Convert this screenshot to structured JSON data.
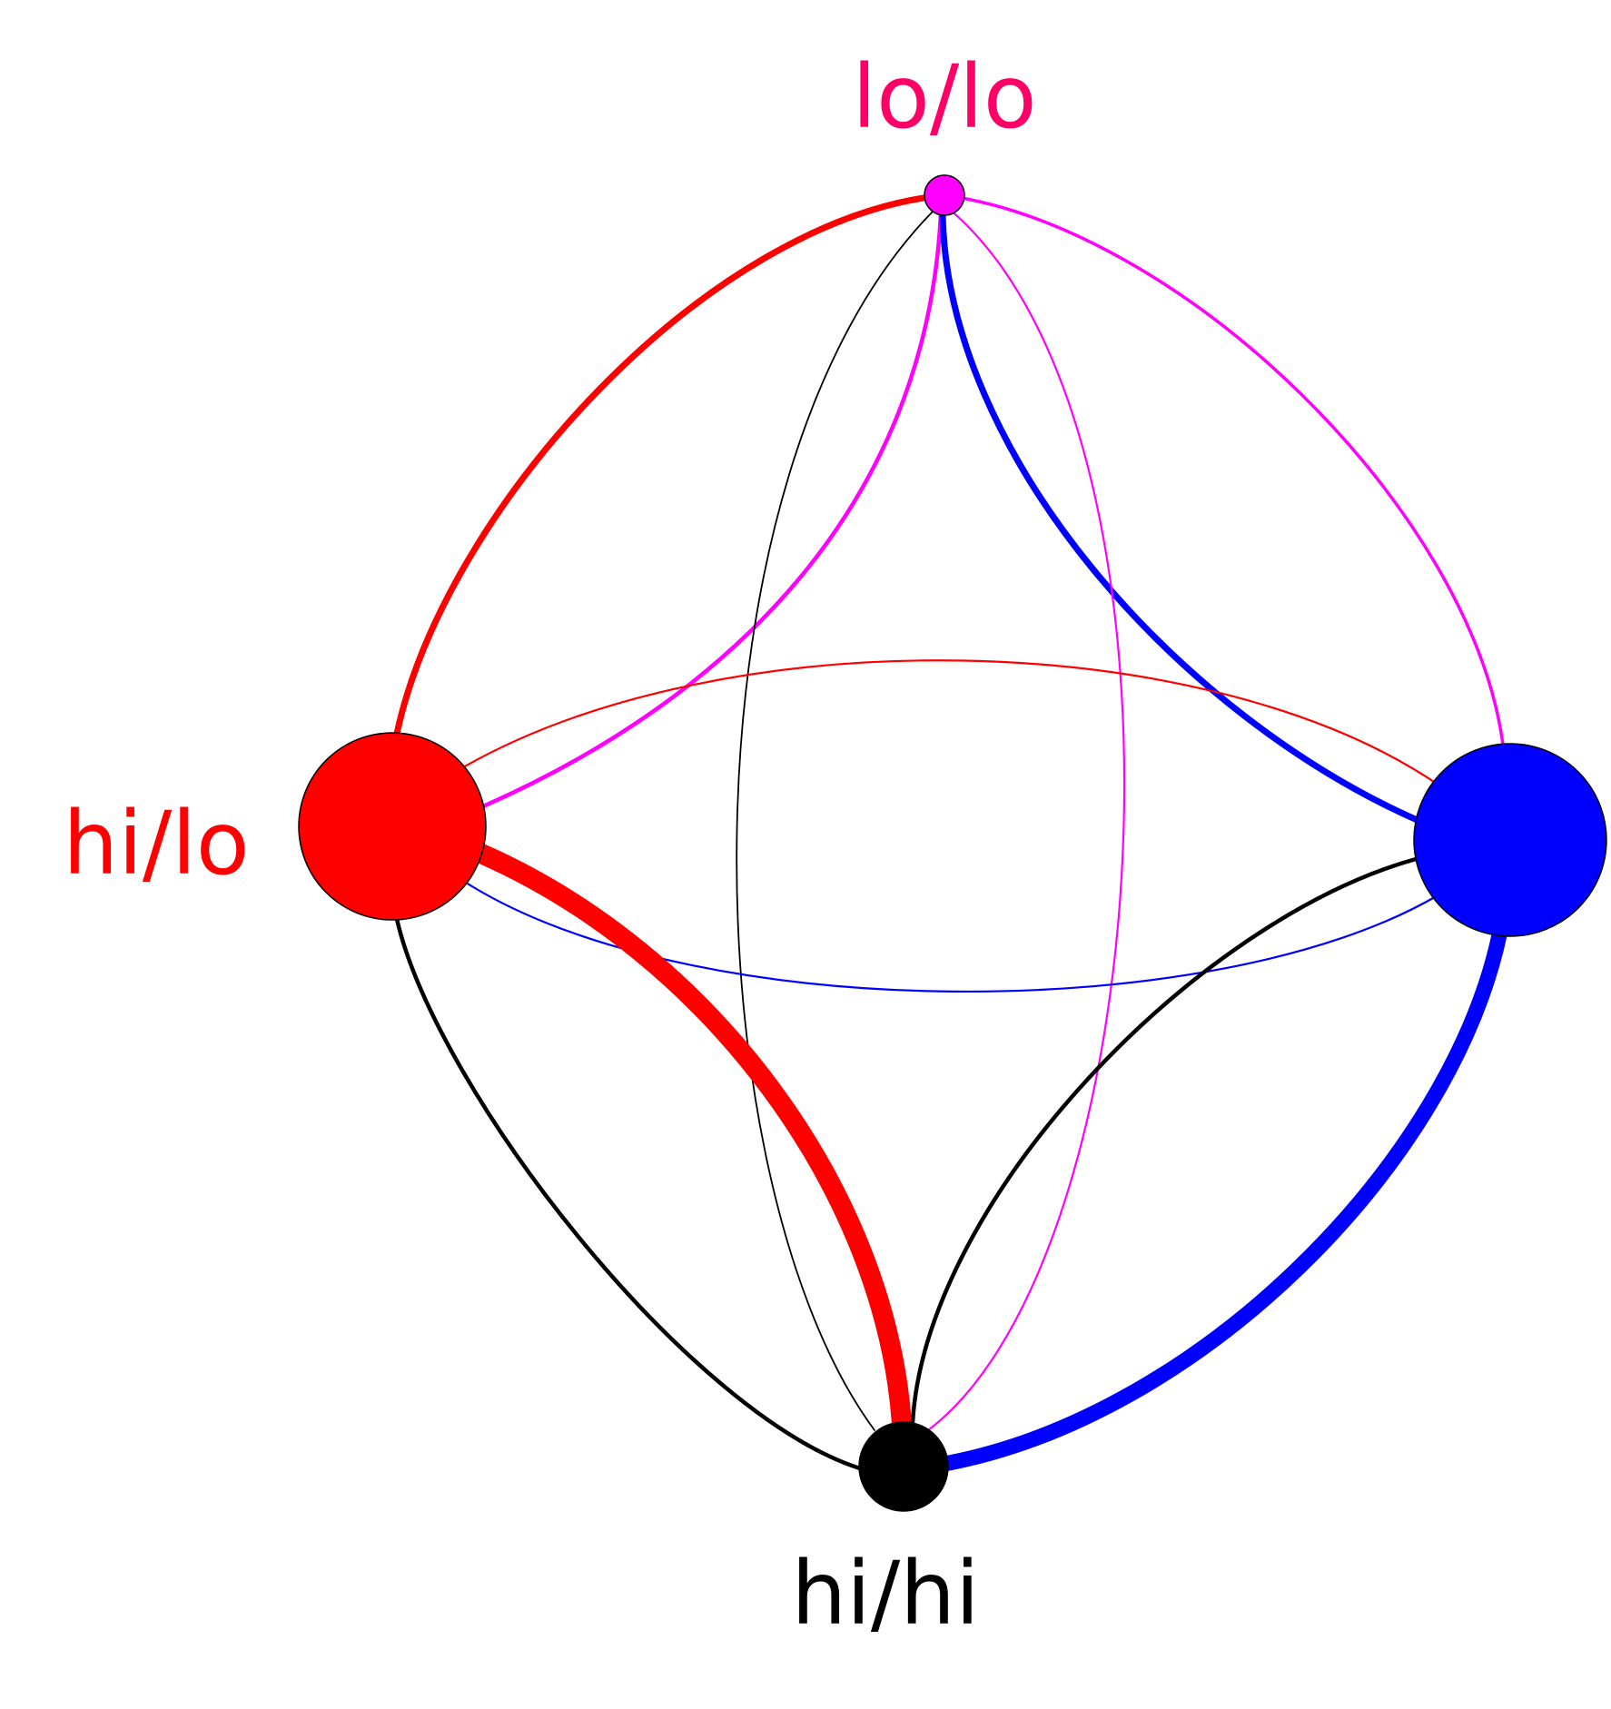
{
  "colors": {
    "lo_lo": "#ff00ff",
    "lo_lo_label": "#ff0066",
    "hi_lo": "#ff0000",
    "hi_hi": "#000000",
    "hi_lo_right": "#0000ff",
    "background": "#ffffff"
  },
  "nodes": [
    {
      "id": "lo-lo",
      "label": "lo/lo",
      "label_color": "#ff0066",
      "fill": "#ff00ff"
    },
    {
      "id": "hi-lo",
      "label": "hi/lo",
      "label_color": "#ff0000",
      "fill": "#ff0000"
    },
    {
      "id": "blue",
      "label": "",
      "label_color": "#0000ff",
      "fill": "#0000ff"
    },
    {
      "id": "hi-hi",
      "label": "hi/hi",
      "label_color": "#000000",
      "fill": "#000000"
    }
  ],
  "edges": [
    {
      "from": "hi-lo",
      "to": "lo-lo",
      "color": "#ff0000",
      "weight": "medium"
    },
    {
      "from": "lo-lo",
      "to": "blue",
      "color": "#ff00ff",
      "weight": "light"
    },
    {
      "from": "hi-lo",
      "to": "lo-lo",
      "color": "#ff00ff",
      "weight": "light"
    },
    {
      "from": "lo-lo",
      "to": "blue",
      "color": "#0000ff",
      "weight": "medium"
    },
    {
      "from": "lo-lo",
      "to": "hi-hi",
      "color": "#000000",
      "weight": "thin"
    },
    {
      "from": "lo-lo",
      "to": "hi-hi",
      "color": "#ff00ff",
      "weight": "thin"
    },
    {
      "from": "hi-lo",
      "to": "blue",
      "color": "#ff0000",
      "weight": "thin"
    },
    {
      "from": "hi-lo",
      "to": "blue",
      "color": "#0000ff",
      "weight": "thin"
    },
    {
      "from": "hi-lo",
      "to": "hi-hi",
      "color": "#ff0000",
      "weight": "heavy"
    },
    {
      "from": "hi-lo",
      "to": "hi-hi",
      "color": "#000000",
      "weight": "light"
    },
    {
      "from": "blue",
      "to": "hi-hi",
      "color": "#000000",
      "weight": "light"
    },
    {
      "from": "blue",
      "to": "hi-hi",
      "color": "#0000ff",
      "weight": "heavy"
    }
  ]
}
